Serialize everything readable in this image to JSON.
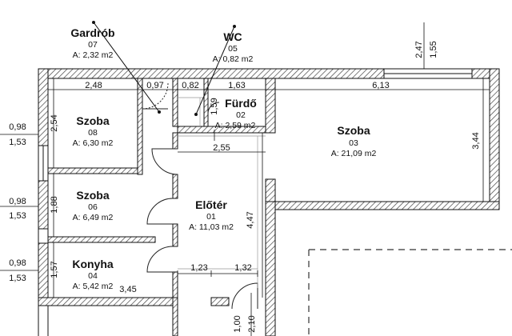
{
  "rooms": {
    "gardrob": {
      "name": "Gardrób",
      "number": "07",
      "area": "A: 2,32 m2"
    },
    "wc": {
      "name": "WC",
      "number": "05",
      "area": "A: 0,82 m2"
    },
    "furdo": {
      "name": "Fürdő",
      "number": "02",
      "area": "A: 2,59 m2"
    },
    "szoba03": {
      "name": "Szoba",
      "number": "03",
      "area": "A: 21,09 m2"
    },
    "szoba08": {
      "name": "Szoba",
      "number": "08",
      "area": "A: 6,30 m2"
    },
    "szoba06": {
      "name": "Szoba",
      "number": "06",
      "area": "A: 6,49 m2"
    },
    "eloter": {
      "name": "Előtér",
      "number": "01",
      "area": "A: 11,03 m2"
    },
    "konyha": {
      "name": "Konyha",
      "number": "04",
      "area": "A: 5,42 m2"
    }
  },
  "dimensions": {
    "top_248": "2,48",
    "top_097": "0,97",
    "top_082": "0,82",
    "top_163": "1,63",
    "top_613": "6,13",
    "v_247": "2,47",
    "v_155": "1,55",
    "v_159": "1,59",
    "h_255": "2,55",
    "v_344": "3,44",
    "v_447": "4,47",
    "h_123": "1,23",
    "h_132": "1,32",
    "h_345": "3,45",
    "v_100": "1,00",
    "v_210": "2,10",
    "v_254": "2,54",
    "v_188": "1,88",
    "v_157": "1,57",
    "win1_w": "0,98",
    "win1_h": "1,53",
    "win2_w": "0,98",
    "win2_h": "1,53",
    "win3_w": "0,98",
    "win3_h": "1,53"
  }
}
